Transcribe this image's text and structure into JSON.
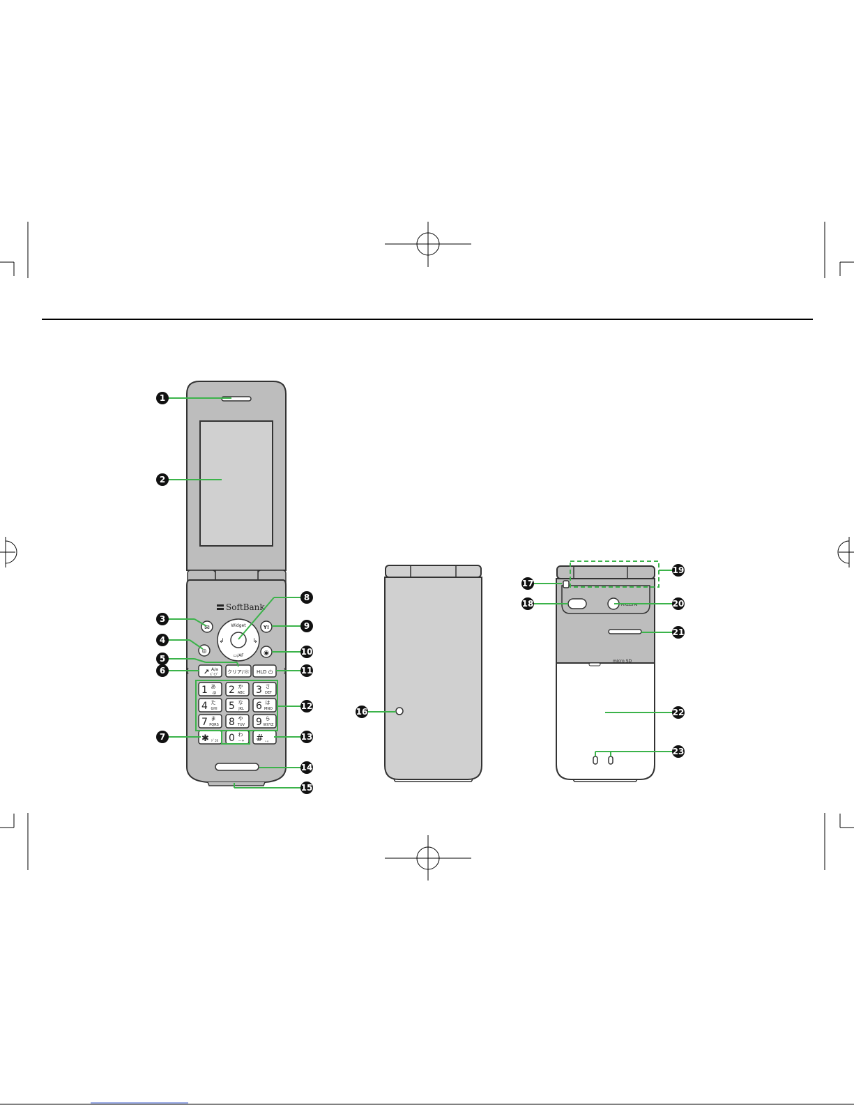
{
  "colors": {
    "body_gray": "#bdbdbd",
    "panel_gray": "#d0d0d0",
    "screen_gray": "#c8c8c8",
    "leader_green": "#3bb34a",
    "callout_black": "#111111",
    "dark_outline": "#333333"
  },
  "open_phone": {
    "brand_logo": "SoftBank",
    "nav_top_label": "Widget",
    "nav_bottom_label": "▭/AF",
    "keys": {
      "mail": "✉",
      "y_key": "Y!",
      "camera": "◉",
      "clear": "クリア/☏",
      "call_start": "A/a",
      "call_sub": "ﾊﾞｲﾌﾞ",
      "hold": "HLD",
      "star_main": "✱",
      "star_sub": "ﾄﾞｺﾓ",
      "hash_main": "#",
      "hash_sub": "、。",
      "number_keys": [
        {
          "num": "1",
          "kana": "あ",
          "sub": ".@"
        },
        {
          "num": "2",
          "kana": "か",
          "sub": "ABC"
        },
        {
          "num": "3",
          "kana": "さ",
          "sub": "DEF"
        },
        {
          "num": "4",
          "kana": "た",
          "sub": "GHI"
        },
        {
          "num": "5",
          "kana": "な",
          "sub": "JKL"
        },
        {
          "num": "6",
          "kana": "は",
          "sub": "MNO"
        },
        {
          "num": "7",
          "kana": "ま",
          "sub": "PQRS"
        },
        {
          "num": "8",
          "kana": "や",
          "sub": "TUV"
        },
        {
          "num": "9",
          "kana": "ら",
          "sub": "WXYZ"
        },
        {
          "num": "0",
          "kana": "わ",
          "sub": "－+"
        }
      ]
    }
  },
  "back_phone": {
    "camera_label": "PIXELS AF",
    "card_slot_label": "micro SD"
  },
  "callouts": [
    "1",
    "2",
    "3",
    "4",
    "5",
    "6",
    "7",
    "8",
    "9",
    "10",
    "11",
    "12",
    "13",
    "14",
    "15",
    "16",
    "17",
    "18",
    "19",
    "20",
    "21",
    "22",
    "23"
  ]
}
